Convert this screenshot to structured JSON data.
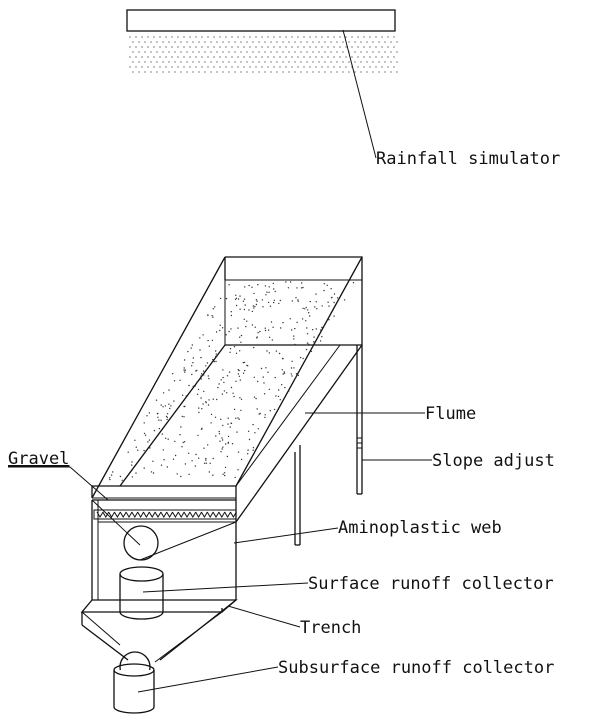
{
  "labels": {
    "rainfall_simulator": "Rainfall simulator",
    "flume": "Flume",
    "gravel": "Gravel",
    "slope_adjust": "Slope adjust",
    "aminoplastic_web": "Aminoplastic web",
    "surface_runoff_collector": "Surface runoff collector",
    "trench": "Trench",
    "subsurface_runoff_collector": "Subsurface runoff collector"
  }
}
